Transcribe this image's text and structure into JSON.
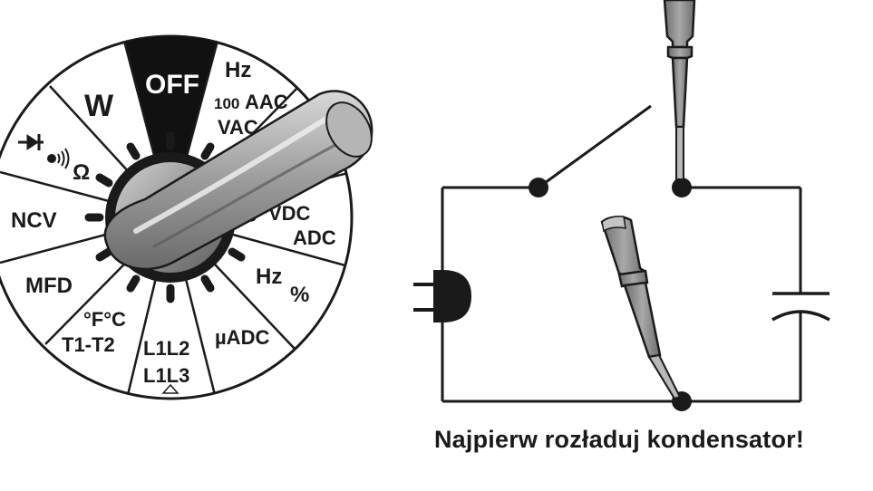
{
  "dial": {
    "labels": {
      "off": "OFF",
      "hz_top": "Hz",
      "aac_prefix": "100",
      "aac": "AAC",
      "vac": "VAC",
      "w": "W",
      "diode_continuity_ohm": "Ω",
      "ncv": "NCV",
      "mfd": "MFD",
      "temp": "°F°C",
      "t1t2": "T1-T2",
      "l1l2": "L1L2",
      "l1l3": "L1L3",
      "uadc": "µADC",
      "hz_bottom": "Hz",
      "percent": "%",
      "vdc": "VDC",
      "adc": "ADC"
    },
    "selected_position": "OFF",
    "off_segment_color": "#111111",
    "knob_color": "#8c8c8c"
  },
  "caption": "Najpierw rozładuj kondensator!",
  "colors": {
    "ink": "#1a1a1a",
    "probe": "#8a8a8a"
  }
}
